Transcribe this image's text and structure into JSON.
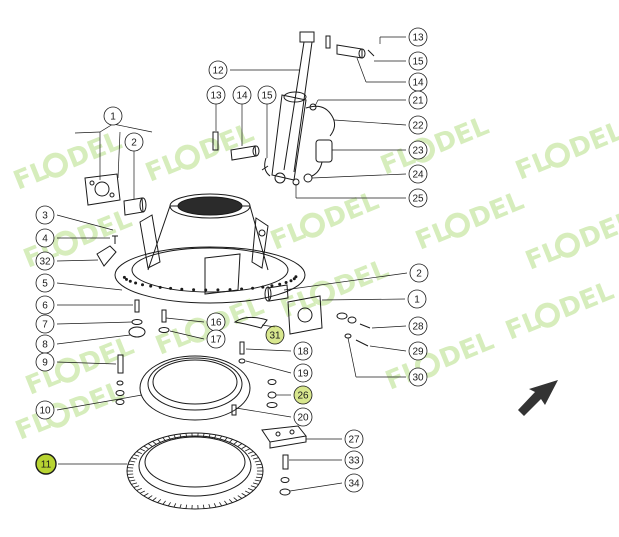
{
  "watermark": {
    "text": "FL",
    "text2": "DEL",
    "color": "#c9e7a6"
  },
  "colors": {
    "line": "#1a1a1a",
    "highlight": "#b8d432",
    "arrow": "#333333"
  },
  "callouts": [
    {
      "id": "c1a",
      "label": "1",
      "highlighted": false
    },
    {
      "id": "c1b",
      "label": "1",
      "highlighted": false
    },
    {
      "id": "c2a",
      "label": "2",
      "highlighted": false
    },
    {
      "id": "c2b",
      "label": "2",
      "highlighted": false
    },
    {
      "id": "c3",
      "label": "3",
      "highlighted": false
    },
    {
      "id": "c4",
      "label": "4",
      "highlighted": false
    },
    {
      "id": "c5",
      "label": "5",
      "highlighted": false
    },
    {
      "id": "c6",
      "label": "6",
      "highlighted": false
    },
    {
      "id": "c7",
      "label": "7",
      "highlighted": false
    },
    {
      "id": "c8",
      "label": "8",
      "highlighted": false
    },
    {
      "id": "c9",
      "label": "9",
      "highlighted": false
    },
    {
      "id": "c10",
      "label": "10",
      "highlighted": false
    },
    {
      "id": "c11",
      "label": "11",
      "highlighted": true
    },
    {
      "id": "c12",
      "label": "12",
      "highlighted": false
    },
    {
      "id": "c13a",
      "label": "13",
      "highlighted": false
    },
    {
      "id": "c13b",
      "label": "13",
      "highlighted": false
    },
    {
      "id": "c14a",
      "label": "14",
      "highlighted": false
    },
    {
      "id": "c14b",
      "label": "14",
      "highlighted": false
    },
    {
      "id": "c15a",
      "label": "15",
      "highlighted": false
    },
    {
      "id": "c15b",
      "label": "15",
      "highlighted": false
    },
    {
      "id": "c16",
      "label": "16",
      "highlighted": false
    },
    {
      "id": "c17",
      "label": "17",
      "highlighted": false
    },
    {
      "id": "c18",
      "label": "18",
      "highlighted": false
    },
    {
      "id": "c19",
      "label": "19",
      "highlighted": false
    },
    {
      "id": "c20",
      "label": "20",
      "highlighted": false
    },
    {
      "id": "c21",
      "label": "21",
      "highlighted": false
    },
    {
      "id": "c22",
      "label": "22",
      "highlighted": false
    },
    {
      "id": "c23",
      "label": "23",
      "highlighted": false
    },
    {
      "id": "c24",
      "label": "24",
      "highlighted": false
    },
    {
      "id": "c25",
      "label": "25",
      "highlighted": false
    },
    {
      "id": "c26",
      "label": "26",
      "highlighted": true
    },
    {
      "id": "c27",
      "label": "27",
      "highlighted": false
    },
    {
      "id": "c28",
      "label": "28",
      "highlighted": false
    },
    {
      "id": "c29",
      "label": "29",
      "highlighted": false
    },
    {
      "id": "c30",
      "label": "30",
      "highlighted": false
    },
    {
      "id": "c31",
      "label": "31",
      "highlighted": true
    },
    {
      "id": "c32",
      "label": "32",
      "highlighted": false
    },
    {
      "id": "c33",
      "label": "33",
      "highlighted": false
    },
    {
      "id": "c34",
      "label": "34",
      "highlighted": false
    }
  ]
}
